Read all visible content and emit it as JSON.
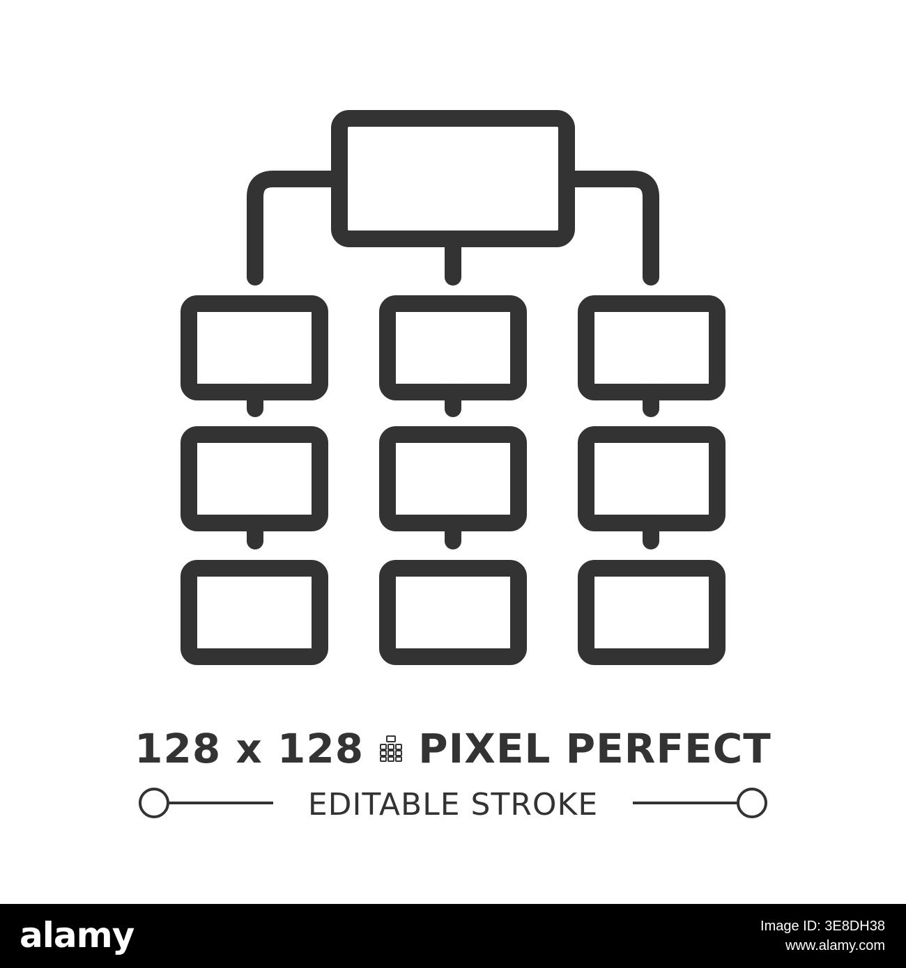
{
  "icon": {
    "name": "hierarchy-structure-icon",
    "stroke_color": "#333333",
    "background_color": "#ffffff"
  },
  "caption": {
    "size_text": "128 x 128",
    "pixel_grid_icon": "pixel-grid-icon",
    "pixel_perfect_text": "PIXEL PERFECT",
    "editable_stroke_text": "EDITABLE STROKE"
  },
  "footer": {
    "logo_text": "alamy",
    "image_id_label": "Image ID: 3E8DH38",
    "url_text": "www.alamy.com",
    "background_color": "#000000"
  }
}
